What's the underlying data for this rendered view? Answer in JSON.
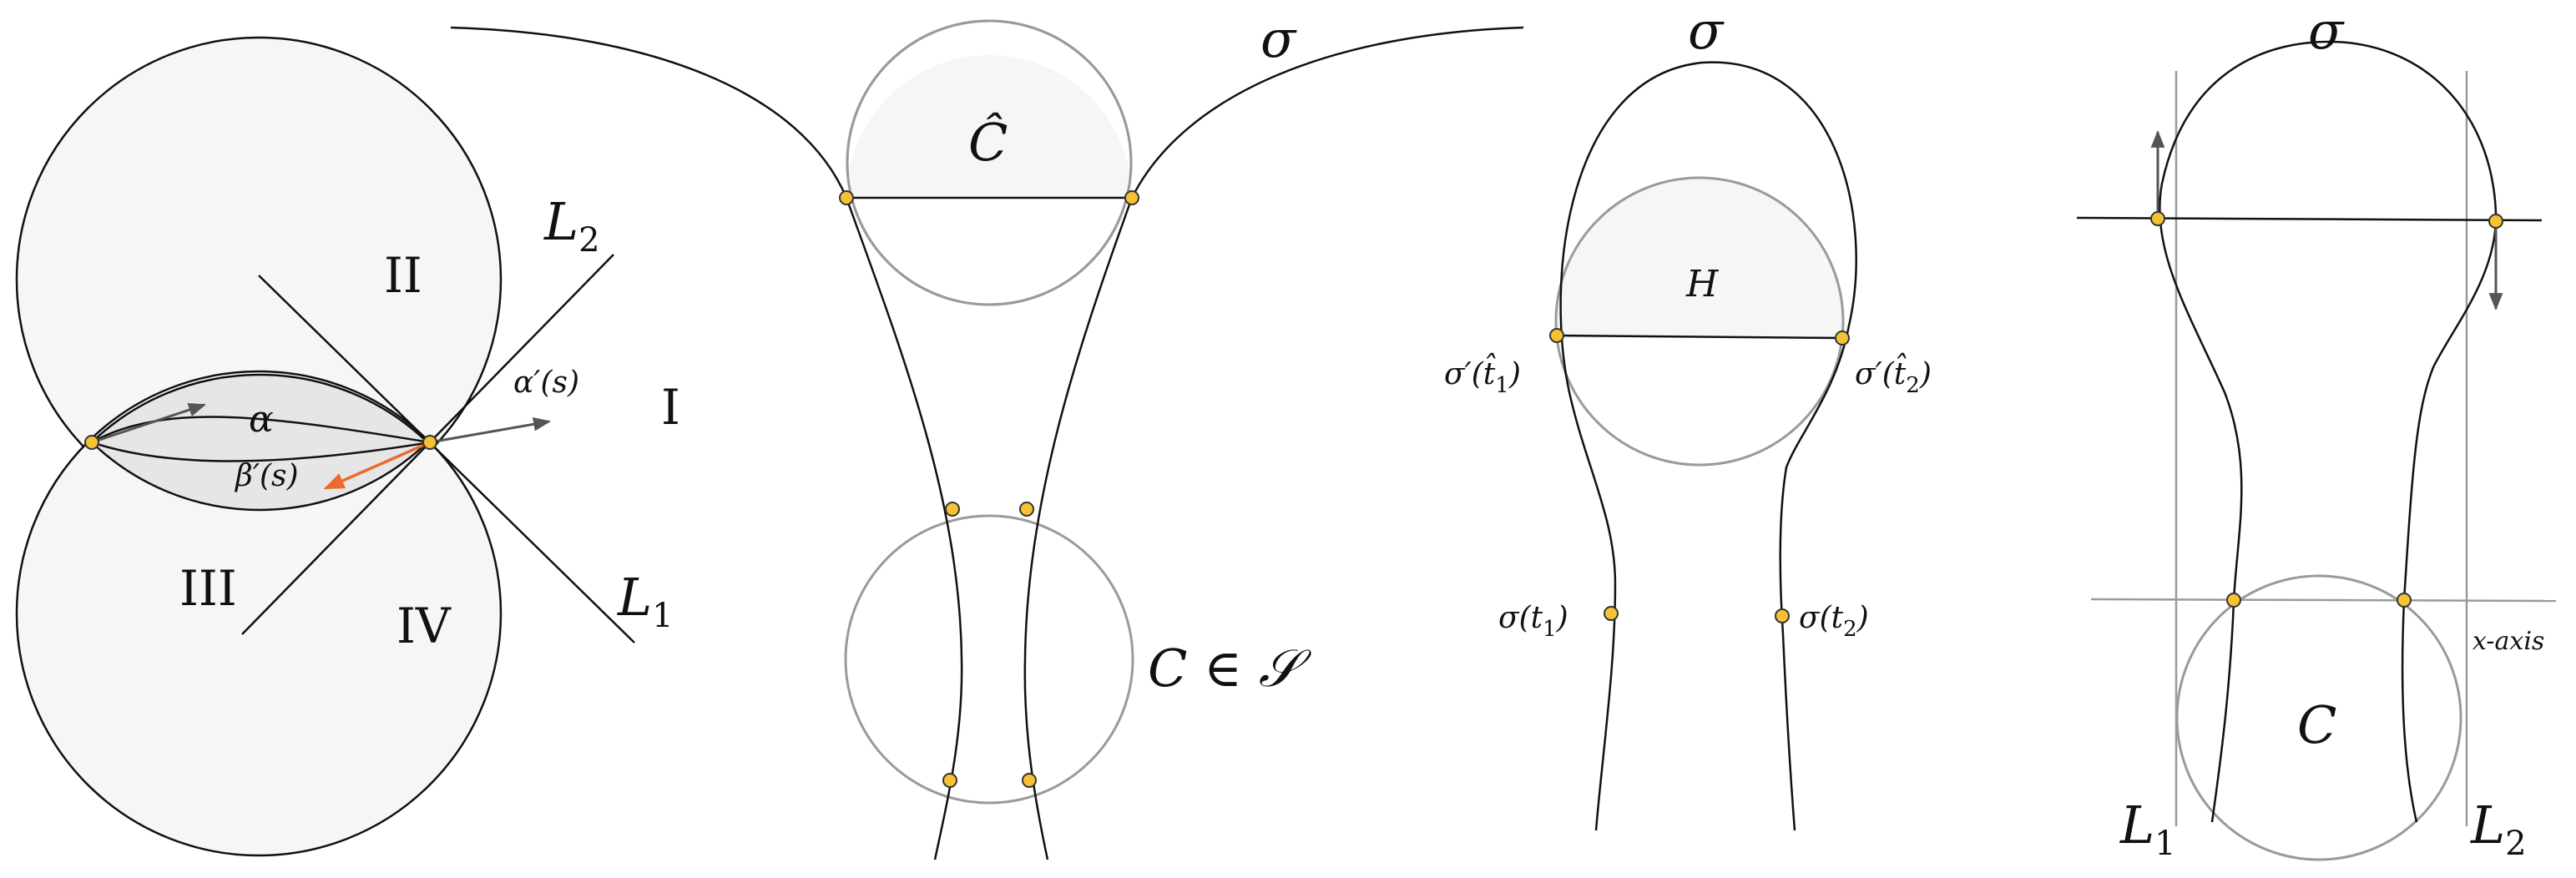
{
  "colors": {
    "curve": "#111111",
    "circle_stroke": "#9a9a9a",
    "disk_fill": "#f6f6f6",
    "lens_fill": "#e6e6e6",
    "point_fill": "#f6c233",
    "point_stroke": "#333333",
    "arrow_dark": "#555555",
    "arrow_orange": "#ec6a2c"
  },
  "panel1": {
    "label_L2": {
      "base": "L",
      "sub": "2"
    },
    "label_L1": {
      "base": "L",
      "sub": "1"
    },
    "region_I": "I",
    "region_II": "II",
    "region_III": "III",
    "region_IV": "IV",
    "label_alpha": "α",
    "label_alpha_prime": "α′(s)",
    "label_beta_prime": "β′(s)"
  },
  "panel2": {
    "label_sigma": "σ",
    "label_C_hat": "Ĉ",
    "label_C_in_S": "C ∈ 𝒮"
  },
  "panel3": {
    "label_sigma": "σ",
    "label_H": "H",
    "label_sigma_prime_t1": "σ′(t̂",
    "label_sigma_prime_t2": "σ′(t̂",
    "label_sigma_t1": "σ(t",
    "label_sigma_t2": "σ(t",
    "sub_1": "1",
    "sub_2": "2",
    "close_paren": ")"
  },
  "panel4": {
    "label_sigma": "σ",
    "label_C": "C",
    "label_x_axis": "x-axis",
    "label_L1": {
      "base": "L",
      "sub": "1"
    },
    "label_L2": {
      "base": "L",
      "sub": "2"
    }
  }
}
